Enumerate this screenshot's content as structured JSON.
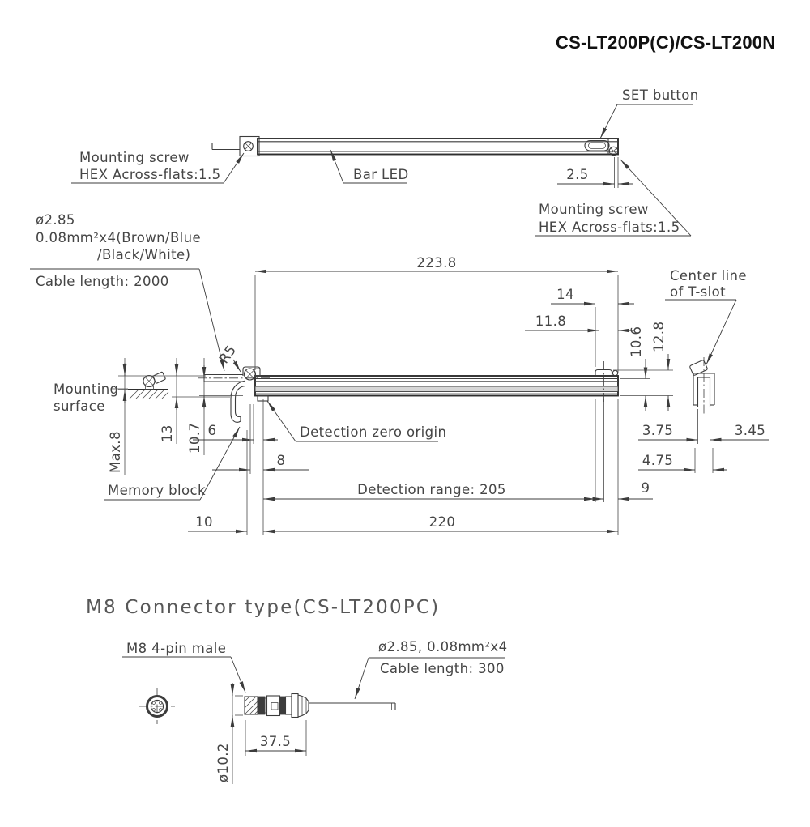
{
  "title": "CS-LT200P(C)/CS-LT200N",
  "top_view": {
    "set_button_label": "SET button",
    "mounting_screw_left_line1": "Mounting screw",
    "mounting_screw_left_line2": "HEX Across-flats:1.5",
    "bar_led_label": "Bar LED",
    "dim_screw_to_end": "2.5",
    "mounting_screw_right_line1": "Mounting screw",
    "mounting_screw_right_line2": "HEX Across-flats:1.5"
  },
  "side_view": {
    "cable_diameter": "ø2.85",
    "cable_spec": "0.08mm²x4(Brown/Blue",
    "cable_spec2": "/Black/White)",
    "cable_length": "Cable length: 2000",
    "bend_radius": "R5",
    "mounting_surface_line1": "Mounting",
    "mounting_surface_line2": "surface",
    "memory_block_label": "Memory block",
    "detection_zero_origin_label": "Detection zero origin",
    "center_line_line1": "Center line",
    "center_line_line2": "of T-slot",
    "dim_overall": "223.8",
    "dim_14": "14",
    "dim_11_8": "11.8",
    "dim_10_6": "10.6",
    "dim_12_8": "12.8",
    "dim_max_height": "Max.8",
    "dim_13": "13",
    "dim_10_7": "10.7",
    "dim_6": "6",
    "dim_8": "8",
    "dim_detection_range": "Detection range: 205",
    "dim_10": "10",
    "dim_220": "220",
    "dim_3_75": "3.75",
    "dim_3_45": "3.45",
    "dim_4_75": "4.75",
    "dim_9": "9"
  },
  "m8_section": {
    "heading": "M8 Connector type(CS-LT200PC)",
    "connector_label": "M8 4-pin male",
    "cable_spec": "ø2.85, 0.08mm²x4",
    "cable_length": "Cable length: 300",
    "dim_length": "37.5",
    "dim_diameter": "ø10.2"
  },
  "colors": {
    "line": "#3c3c3c",
    "text": "#454545",
    "title_text": "#111111",
    "background": "#ffffff"
  }
}
